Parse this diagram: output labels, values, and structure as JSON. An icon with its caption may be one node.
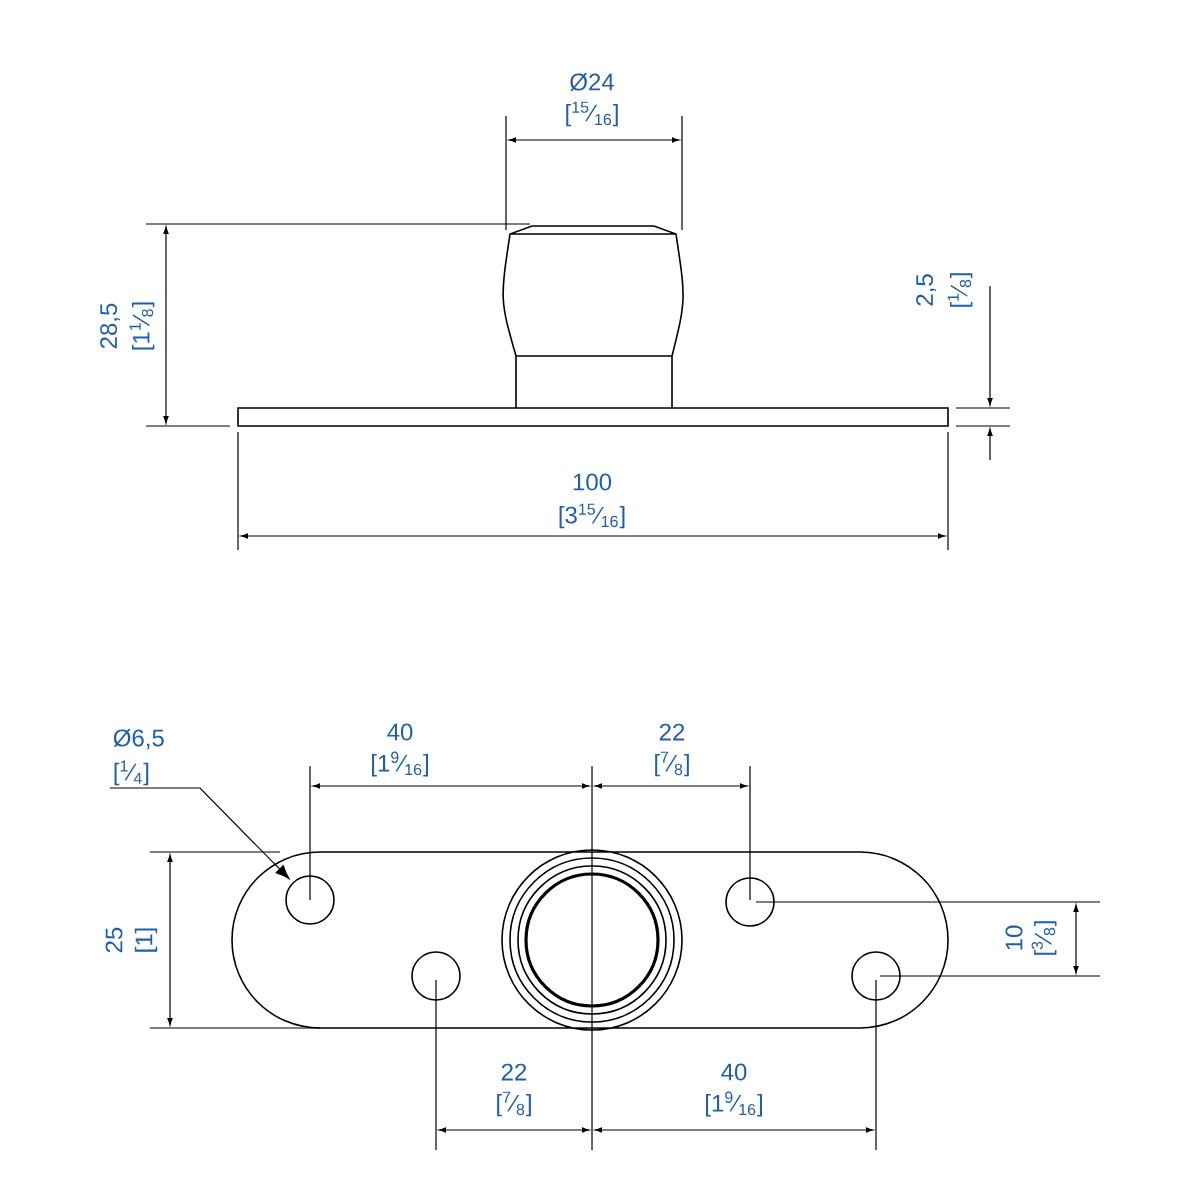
{
  "diagram": {
    "nodes": [
      {
        "text": [
          "Ø6,5",
          "[$^{1}$⁄$_{4}$]"
        ]
      },
      {
        "text": [],
        "shape": "circle"
      }
    ],
    "edges": [
      {
        "from": 0,
        "to": 1,
        "arrow": "to"
      }
    ],
    "labels": [
      "Ø24",
      "[$^{15}$⁄$_{16}$]",
      "28,5",
      "[1$^{1}$⁄$_{8}$]",
      "2,5",
      "[$^{1}$⁄$_{8}$]",
      "100",
      "[3$^{15}$⁄$_{16}$]",
      "40",
      "[1$^{9}$⁄$_{16}$]",
      "22",
      "[$^{7}$⁄$_{8}$]",
      "25",
      "[1]",
      "10",
      "[$^{3}$⁄$_{8}$]",
      "22",
      "[$^{7}$⁄$_{8}$]",
      "40",
      "[1$^{9}$⁄$_{16}$]"
    ]
  }
}
